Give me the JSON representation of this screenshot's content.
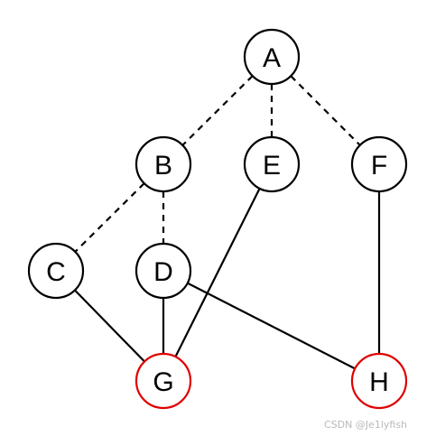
{
  "graph": {
    "nodes": [
      {
        "id": "A",
        "label": "A",
        "color": "#000000"
      },
      {
        "id": "B",
        "label": "B",
        "color": "#000000"
      },
      {
        "id": "E",
        "label": "E",
        "color": "#000000"
      },
      {
        "id": "F",
        "label": "F",
        "color": "#000000"
      },
      {
        "id": "C",
        "label": "C",
        "color": "#000000"
      },
      {
        "id": "D",
        "label": "D",
        "color": "#000000"
      },
      {
        "id": "G",
        "label": "G",
        "color": "#e00000"
      },
      {
        "id": "H",
        "label": "H",
        "color": "#e00000"
      }
    ],
    "edges": [
      {
        "from": "A",
        "to": "B",
        "style": "dashed"
      },
      {
        "from": "A",
        "to": "E",
        "style": "dashed"
      },
      {
        "from": "A",
        "to": "F",
        "style": "dashed"
      },
      {
        "from": "B",
        "to": "C",
        "style": "dashed"
      },
      {
        "from": "B",
        "to": "D",
        "style": "dashed"
      },
      {
        "from": "C",
        "to": "G",
        "style": "solid"
      },
      {
        "from": "D",
        "to": "G",
        "style": "solid"
      },
      {
        "from": "E",
        "to": "G",
        "style": "solid"
      },
      {
        "from": "D",
        "to": "H",
        "style": "solid"
      },
      {
        "from": "F",
        "to": "H",
        "style": "solid"
      }
    ]
  },
  "watermark": {
    "text": "CSDN @Je1lyfish"
  }
}
